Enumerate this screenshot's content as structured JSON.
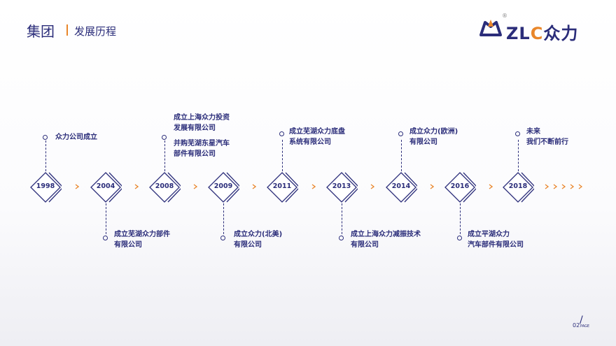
{
  "header": {
    "title": "集团",
    "subtitle": "发展历程"
  },
  "logo": {
    "text_zl": "ZL",
    "text_c": "C",
    "text_cn": "众力",
    "registered": "®"
  },
  "colors": {
    "primary": "#2b2d7a",
    "accent": "#e9862a"
  },
  "timeline": {
    "years": [
      "1998",
      "2004",
      "2008",
      "2009",
      "2011",
      "2013",
      "2014",
      "2016",
      "2018"
    ],
    "events_above": [
      {
        "lines": [
          "众力公司成立"
        ]
      },
      {
        "lines": [
          "成立上海众力投资",
          "发展有限公司"
        ]
      },
      {
        "lines": [
          "并购芜湖东星汽车",
          "部件有限公司"
        ]
      },
      {
        "lines": [
          "成立芜湖众力底盘",
          "系统有限公司"
        ]
      },
      {
        "lines": [
          "成立众力(欧洲)",
          "有限公司"
        ]
      },
      {
        "lines": [
          "未来",
          "我们不断前行"
        ]
      }
    ],
    "events_below": [
      {
        "lines": [
          "成立芜湖众力部件",
          "有限公司"
        ]
      },
      {
        "lines": [
          "成立众力(北美)",
          "有限公司"
        ]
      },
      {
        "lines": [
          "成立上海众力减振技术",
          "有限公司"
        ]
      },
      {
        "lines": [
          "成立平湖众力",
          "汽车部件有限公司"
        ]
      }
    ]
  },
  "footer": {
    "page_number": "02",
    "page_label": "PAGE"
  }
}
